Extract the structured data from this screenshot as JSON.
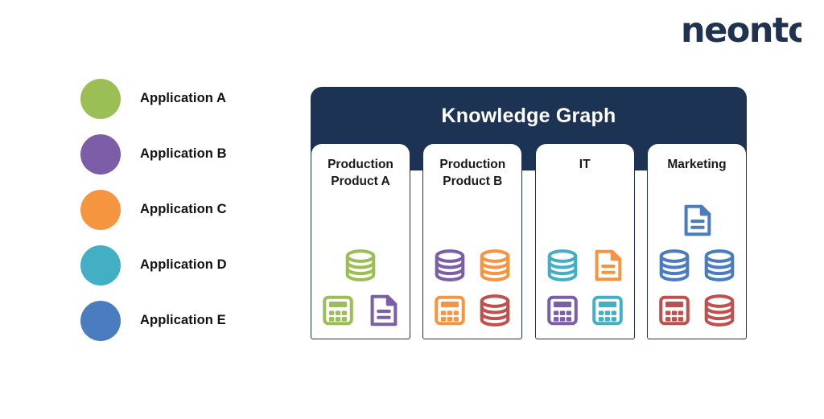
{
  "brand": {
    "name": "neonto",
    "color": "#1f3250"
  },
  "legend": {
    "items": [
      {
        "label": "Application A",
        "color": "#9BBF55",
        "dot": "legend-dot-green"
      },
      {
        "label": "Application B",
        "color": "#7B5EA7",
        "dot": "legend-dot-purple"
      },
      {
        "label": "Application C",
        "color": "#F5953F",
        "dot": "legend-dot-orange"
      },
      {
        "label": "Application D",
        "color": "#43AFC4",
        "dot": "legend-dot-cyan"
      },
      {
        "label": "Application E",
        "color": "#4A7CBF",
        "dot": "legend-dot-blue"
      }
    ]
  },
  "knowledge_graph": {
    "title": "Knowledge Graph",
    "panel_color": "#1C3353",
    "title_color": "#FFFFFF",
    "columns": [
      {
        "title": "Production\nProduct A",
        "icons": [
          [
            {
              "type": "database",
              "color": "#9BBF55"
            }
          ],
          [
            {
              "type": "calculator",
              "color": "#9BBF55"
            },
            {
              "type": "document",
              "color": "#7B5EA7"
            }
          ]
        ]
      },
      {
        "title": "Production\nProduct B",
        "icons": [
          [
            {
              "type": "database",
              "color": "#7B5EA7"
            },
            {
              "type": "database",
              "color": "#F5953F"
            }
          ],
          [
            {
              "type": "calculator",
              "color": "#F5953F"
            },
            {
              "type": "database",
              "color": "#C0504D"
            }
          ]
        ]
      },
      {
        "title": "IT",
        "icons": [
          [
            {
              "type": "database",
              "color": "#43AFC4"
            },
            {
              "type": "document",
              "color": "#F5953F"
            }
          ],
          [
            {
              "type": "calculator",
              "color": "#7B5EA7"
            },
            {
              "type": "calculator",
              "color": "#43AFC4"
            }
          ]
        ]
      },
      {
        "title": "Marketing",
        "icons": [
          [
            {
              "type": "document",
              "color": "#4A7CBF"
            }
          ],
          [
            {
              "type": "database",
              "color": "#4A7CBF"
            },
            {
              "type": "database",
              "color": "#4A7CBF"
            }
          ],
          [
            {
              "type": "calculator",
              "color": "#C0504D"
            },
            {
              "type": "database",
              "color": "#C0504D"
            }
          ]
        ]
      }
    ]
  }
}
